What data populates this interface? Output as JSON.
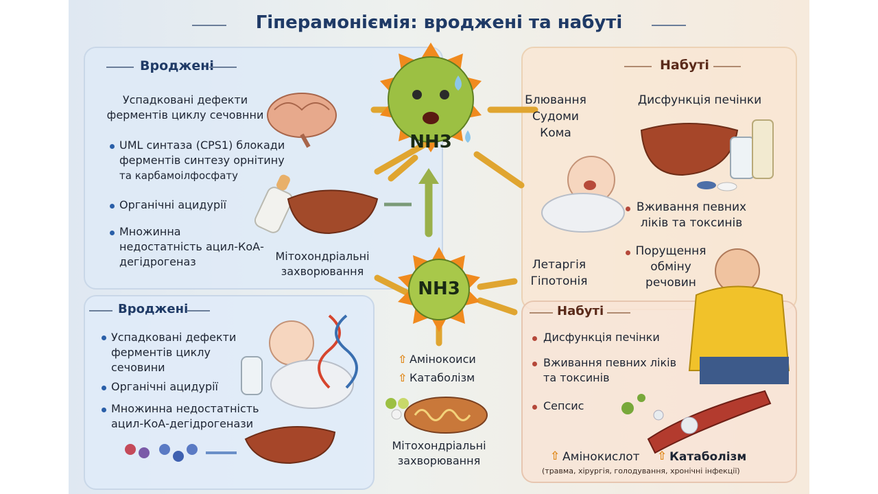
{
  "title": "Гіперамоніємія: вроджені та набуті",
  "top_left": {
    "heading": "Вроджені",
    "intro_line1": "Успадковані дефекти",
    "intro_line2": "ферментів циклу сечовнни",
    "bullets": [
      [
        "UML синтаза (CPS1) блокади",
        "ферментів синтезу орнітину",
        "та карбамоілфосфату"
      ],
      [
        "Органічні ацидурії"
      ],
      [
        "Множинна",
        "недостатність ацил-КоА-",
        "дегідрогеназ"
      ]
    ],
    "mito_line1": "Мітохондріальні",
    "mito_line2": "захворювання"
  },
  "center": {
    "nh3_top": "NH3",
    "nh3_bottom": "NH3",
    "symptoms_top": [
      "Блювання",
      "Судоми",
      "Кома"
    ],
    "symptoms_bottom": [
      "Летаргія",
      "Гіпотонія"
    ],
    "up_items": [
      "Амінокоиси",
      "Катаболізм"
    ],
    "mito_line1": "Мітохондріальні",
    "mito_line2": "захворювання"
  },
  "top_right": {
    "heading": "Набуті",
    "liver_title": "Дисфункція печінки",
    "bullets": [
      [
        "Вживання певних",
        "ліків та токсинів"
      ],
      [
        "Порущення",
        "обміну",
        "речовин"
      ]
    ]
  },
  "bottom_left": {
    "heading": "Вроджені",
    "bullets": [
      [
        "Успадковані дефекти",
        "ферментів циклу",
        "сечовини"
      ],
      [
        "Органічні ацидурії"
      ],
      [
        "Множинна недостатність",
        "ацил-КоА-дегідрогенази"
      ]
    ]
  },
  "bottom_right": {
    "heading": "Набуті",
    "bullets": [
      [
        "Дисфункція печінки"
      ],
      [
        "Вживання певних ліків",
        "та токсинів"
      ],
      [
        "Сепсис"
      ]
    ],
    "up1": "Амінокислот",
    "up2": "Катаболізм",
    "note": "(травма, хірургія, голодування, хронічні інфекції)"
  },
  "colors": {
    "accent_blue": "#1f3a66",
    "accent_brown": "#5a2a1a",
    "nh3_green": "#8db33a",
    "sun_orange": "#f08a1e",
    "arrow": "#e0a530"
  }
}
